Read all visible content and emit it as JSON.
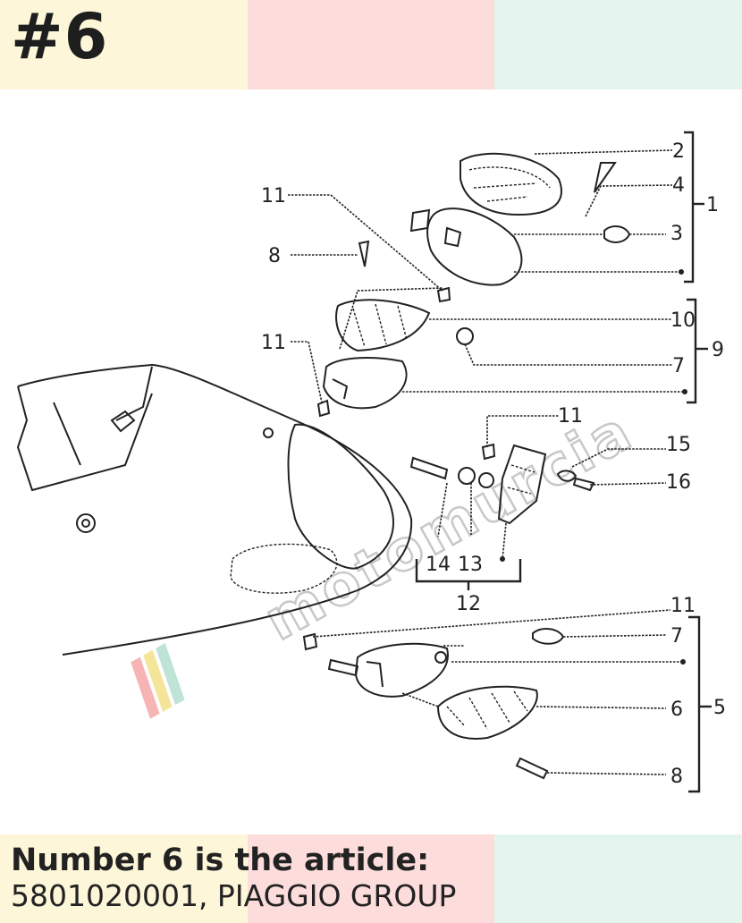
{
  "header": {
    "badge": "#6",
    "band_colors": [
      "#fdf6d8",
      "#fddcdc",
      "#e4f4ee"
    ]
  },
  "diagram": {
    "watermark": "motomurcia",
    "watermark_colors": [
      "#f7b4b4",
      "#f4e59a",
      "#bfe3d5"
    ],
    "labels": {
      "l2": "2",
      "l4": "4",
      "l1": "1",
      "l3": "3",
      "l11a": "11",
      "l8a": "8",
      "l10": "10",
      "l11b": "11",
      "l7a": "7",
      "l9": "9",
      "l11c": "11",
      "l15": "15",
      "l16": "16",
      "l14": "14",
      "l13": "13",
      "l12": "12",
      "l11d": "11",
      "l7b": "7",
      "l6": "6",
      "l5": "5",
      "l8b": "8"
    }
  },
  "caption": {
    "line1": "Number 6 is the article:",
    "line2": "5801020001, PIAGGIO GROUP"
  }
}
